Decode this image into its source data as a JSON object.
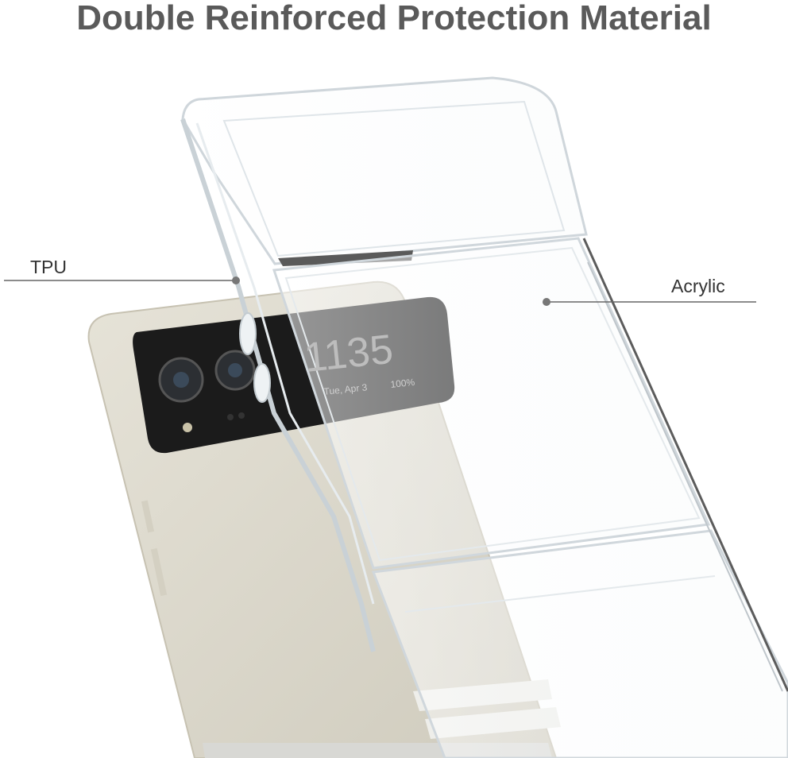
{
  "title": "Double Reinforced Protection Material",
  "labels": {
    "tpu": "TPU",
    "acrylic": "Acrylic"
  },
  "phone_display": {
    "time": "1135",
    "date": "Tue, Apr 3",
    "battery": "100%"
  },
  "colors": {
    "title": "#5a5a5a",
    "phone_body": "#dcd8cb",
    "camera_panel": "#1b1b1b",
    "case_edge": "#cfd6db"
  }
}
